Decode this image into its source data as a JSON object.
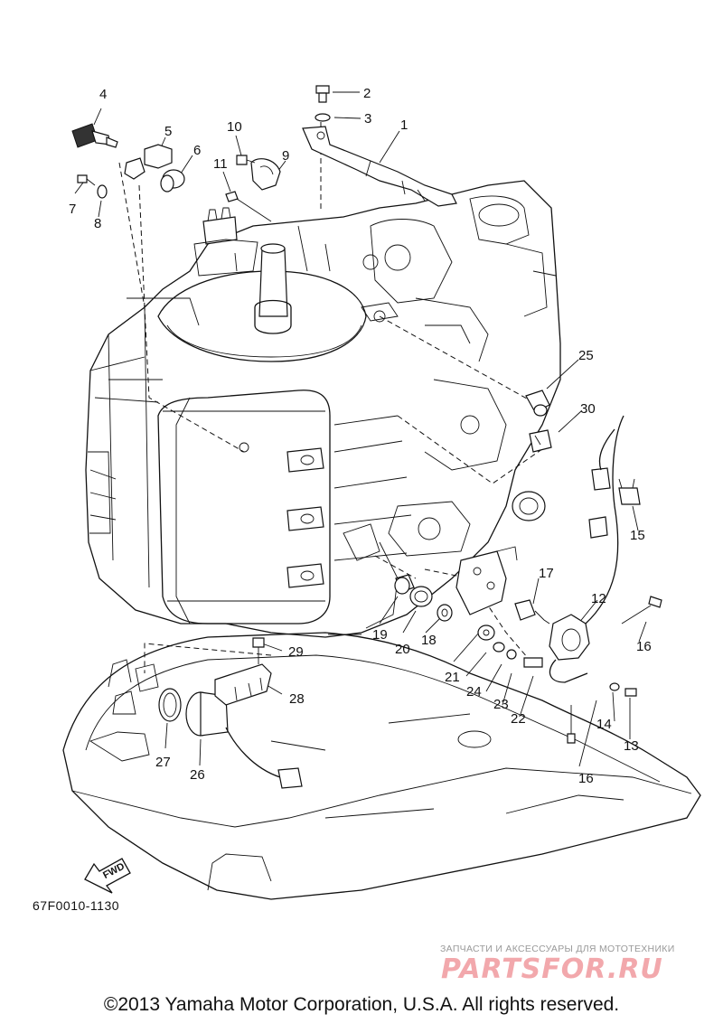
{
  "diagram": {
    "code": "67F0010-1130",
    "fwd_label": "FWD",
    "callouts": [
      "1",
      "2",
      "3",
      "4",
      "5",
      "6",
      "7",
      "8",
      "9",
      "10",
      "11",
      "12",
      "13",
      "14",
      "15",
      "16",
      "16",
      "17",
      "18",
      "19",
      "20",
      "21",
      "22",
      "23",
      "24",
      "25",
      "26",
      "27",
      "28",
      "29",
      "30"
    ]
  },
  "watermark": {
    "caption": "ЗАПЧАСТИ И АКСЕССУАРЫ ДЛЯ МОТОТЕХНИКИ",
    "logo_text": "PARTSFOR.RU"
  },
  "footer": {
    "copyright": "©2013 Yamaha Motor Corporation, U.S.A. All rights reserved."
  }
}
